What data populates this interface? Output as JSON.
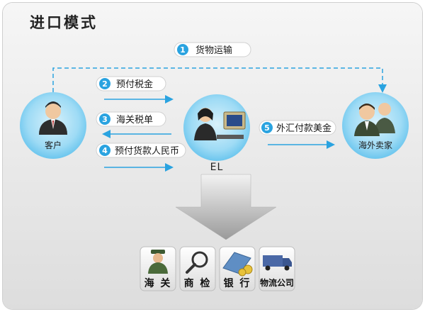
{
  "title": "进口模式",
  "nodes": {
    "customer": "客户",
    "el": "EL",
    "seller": "海外卖家"
  },
  "steps": [
    {
      "num": "1",
      "label": "货物运输"
    },
    {
      "num": "2",
      "label": "预付税金"
    },
    {
      "num": "3",
      "label": "海关税单"
    },
    {
      "num": "4",
      "label": "预付货款人民币"
    },
    {
      "num": "5",
      "label": "外汇付款美金"
    }
  ],
  "agencies": [
    {
      "label": "海 关",
      "icon": "customs-officer-icon"
    },
    {
      "label": "商 检",
      "icon": "magnifier-icon"
    },
    {
      "label": "银 行",
      "icon": "bank-card-icon"
    },
    {
      "label": "物流公司",
      "icon": "truck-icon"
    }
  ],
  "colors": {
    "accent": "#2aa3e0",
    "circle": "#8fd3f2",
    "dashed": "#2aa3e0"
  }
}
